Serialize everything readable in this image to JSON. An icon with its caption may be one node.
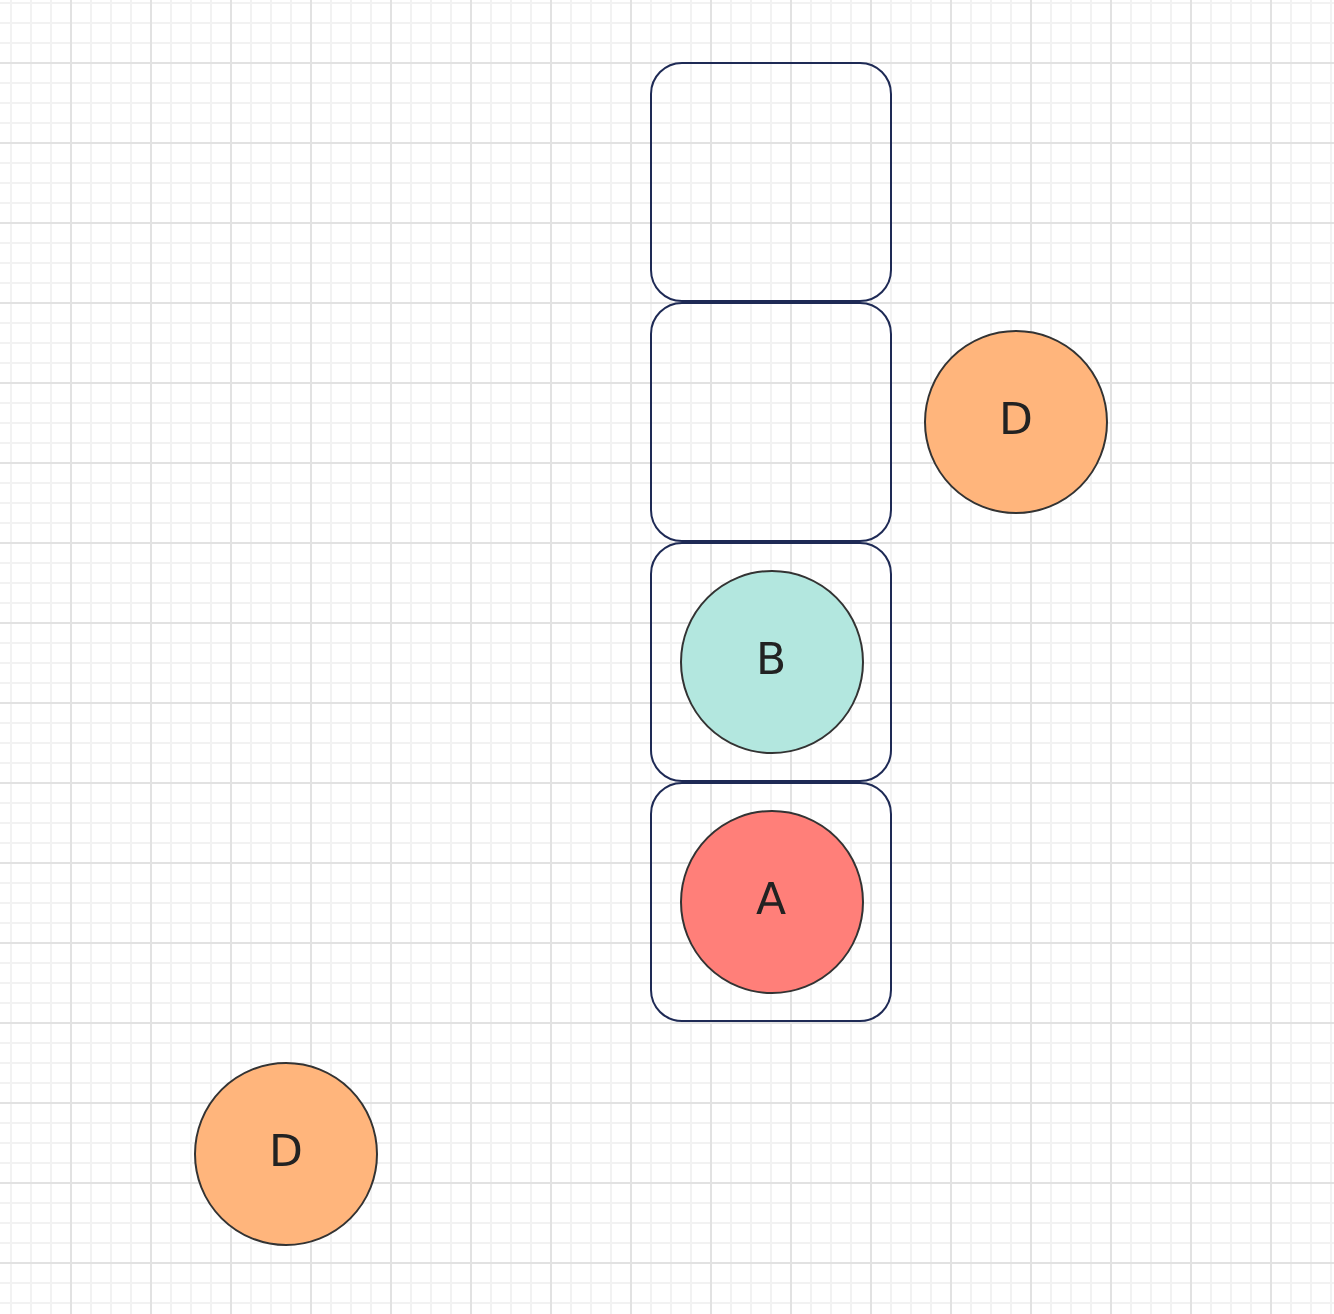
{
  "diagram": {
    "nodes": [
      {
        "text": [],
        "shape": "box"
      },
      {
        "text": [],
        "shape": "box"
      },
      {
        "text": [
          "D"
        ]
      },
      {
        "text": [],
        "shape": "box"
      },
      {
        "text": [
          "B"
        ],
        "in": 3
      },
      {
        "text": [],
        "shape": "box"
      },
      {
        "text": [
          "A"
        ],
        "in": 5
      },
      {
        "text": [
          "D"
        ]
      }
    ]
  }
}
